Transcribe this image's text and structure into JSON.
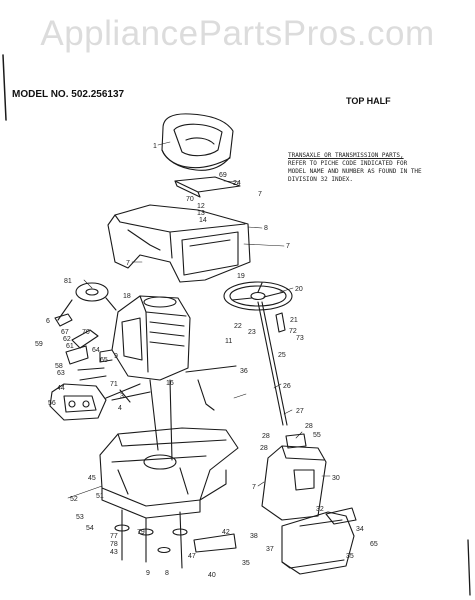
{
  "watermark": "AppliancePartsPros.com",
  "model_label": "MODEL NO. 502.256137",
  "section_title": "TOP HALF",
  "note_lines": [
    "TRANSAXLE OR TRANSMISSION PARTS,",
    "REFER TO PICHE CODE INDICATED FOR",
    "MODEL NAME AND NUMBER AS FOUND IN THE",
    "DIVISION 32 INDEX."
  ],
  "callouts": {
    "c1": "1",
    "c69": "69",
    "c24": "24",
    "c7a": "7",
    "c70": "70",
    "c12": "12",
    "c13": "13",
    "c14": "14",
    "c8": "8",
    "c7b": "7",
    "c7c": "7",
    "c19": "19",
    "c20": "20",
    "c81": "81",
    "c18": "18",
    "c6": "6",
    "c21": "21",
    "c22": "22",
    "c23": "23",
    "c72": "72",
    "c73": "73",
    "c67": "67",
    "c70b": "70",
    "c62": "62",
    "c59": "59",
    "c61": "61",
    "c64": "64",
    "c65": "65",
    "c11": "11",
    "c25": "25",
    "c9": "9",
    "c58": "58",
    "c63": "63",
    "c36": "36",
    "c44": "44",
    "c71": "71",
    "c16": "16",
    "c26": "26",
    "c56": "56",
    "c3": "3",
    "c4": "4",
    "c27": "27",
    "c28a": "28",
    "c55": "55",
    "c28b": "28",
    "c28c": "28",
    "c30": "30",
    "c45": "45",
    "c7d": "7",
    "c52": "52",
    "c51": "51",
    "c32": "32",
    "c34": "34",
    "c53": "53",
    "c54": "54",
    "c77": "77",
    "c78": "78",
    "c79": "79",
    "c43": "43",
    "c42": "42",
    "c38": "38",
    "c37": "37",
    "c35a": "35",
    "c35b": "35",
    "c65b": "65",
    "c47": "47",
    "c9b": "9",
    "c8b": "8",
    "c40": "40"
  }
}
